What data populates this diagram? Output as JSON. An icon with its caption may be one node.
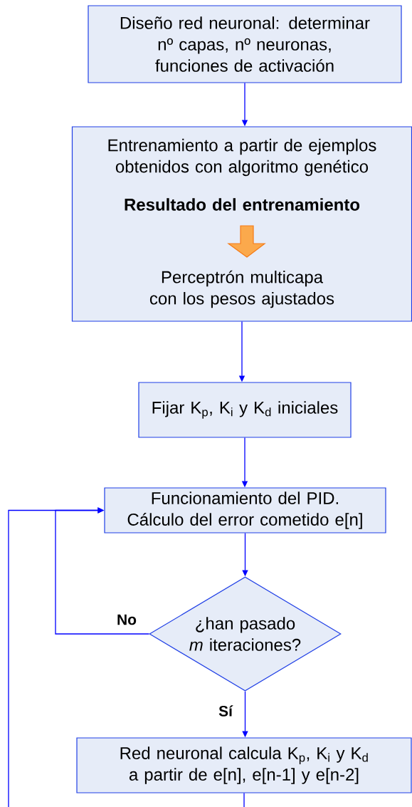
{
  "diagram": {
    "nodes": [
      {
        "text": [
          "Diseño red neuronal: determinar nº capas, nº neuronas, funciones de activación"
        ]
      },
      {
        "text": [
          "Entrenamiento a partir de ejemplos obtenidos con algoritmo genético",
          "Resultado del entrenamiento",
          "Perceptrón multicapa con los pesos ajustados"
        ]
      },
      {
        "text": [
          "Fijar K$_{p}$, K$_{i}$ y K$_{d}$ iniciales"
        ]
      },
      {
        "text": [
          "Funcionamiento del PID. Cálculo del error cometido e[n]"
        ]
      },
      {
        "text": [
          "¿han pasado *m* iteraciones?"
        ]
      },
      {
        "text": [
          "Red neuronal calcula K$_{p}$, K$_{i}$ y K$_{d}$ a partir de e[n], e[n-1] y e[n-2]"
        ]
      }
    ],
    "edges": [
      {
        "from": 0,
        "to": 1,
        "arrow": "to"
      },
      {
        "from": 1,
        "to": 2,
        "arrow": "to"
      },
      {
        "from": 2,
        "to": 3,
        "arrow": "to"
      },
      {
        "from": 3,
        "to": 4,
        "arrow": "to"
      },
      {
        "from": 4,
        "to": 3,
        "arrow": "to",
        "label": "No"
      },
      {
        "from": 4,
        "to": 5,
        "arrow": "to",
        "label": "Sí"
      },
      {
        "from": 5,
        "to": 3,
        "arrow": "to"
      }
    ]
  }
}
